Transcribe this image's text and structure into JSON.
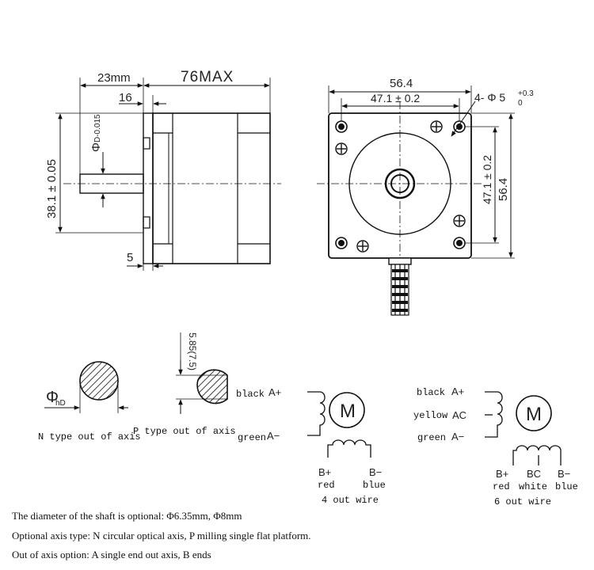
{
  "side_view": {
    "dim_shaft_len": "23mm",
    "dim_body_len": "76MAX",
    "dim_flange": "16",
    "dim_step": "5",
    "dim_boss": "38.1 ± 0.05",
    "dim_shaft_dia": "Φ",
    "dim_shaft_tol": "D-0.015"
  },
  "front_view": {
    "dim_width": "56.4",
    "dim_hole_spacing": "47.1 ± 0.2",
    "dim_hole_spacing_v": "47.1 ± 0.2",
    "dim_height": "56.4",
    "hole_spec": "4- Φ 5",
    "hole_tol_upper": "+0.3",
    "hole_tol_lower": "0"
  },
  "shaft_types": {
    "n_symbol": "Φ",
    "n_sub": "hD",
    "n_label": "N type out of axis",
    "p_dim": "5.85(7.5)",
    "p_label": "P type out of axis"
  },
  "wiring_4": {
    "a_plus": "A+",
    "a_plus_color": "black",
    "a_minus": "A−",
    "a_minus_color": "green",
    "motor": "M",
    "b_plus": "B+",
    "b_plus_color": "red",
    "b_minus": "B−",
    "b_minus_color": "blue",
    "caption": "4 out wire"
  },
  "wiring_6": {
    "a_plus": "A+",
    "a_plus_color": "black",
    "ac": "AC",
    "ac_color": "yellow",
    "a_minus": "A−",
    "a_minus_color": "green",
    "motor": "M",
    "b_plus": "B+",
    "b_plus_color": "red",
    "bc": "BC",
    "bc_color": "white",
    "b_minus": "B−",
    "b_minus_color": "blue",
    "caption": "6 out wire"
  },
  "notes": [
    "The diameter of the shaft is optional: Φ6.35mm, Φ8mm",
    "Optional axis type: N circular optical axis, P milling single flat platform.",
    "Out of axis option: A single end out axis, B ends"
  ]
}
